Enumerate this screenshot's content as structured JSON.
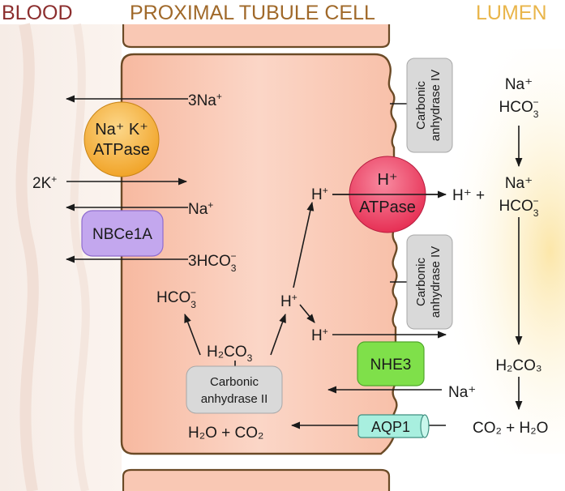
{
  "headers": {
    "blood": "BLOOD",
    "cell": "PROXIMAL TUBULE CELL",
    "lumen": "LUMEN"
  },
  "colors": {
    "blood_header": "#8c2e2e",
    "cell_header": "#a0692a",
    "lumen_header": "#e9b54a",
    "cell_fill": "#f9c3ad",
    "membrane": "#6b4a26",
    "atpase_orange": "#f3a92a",
    "atpase_pink": "#ee3f63",
    "nbce1a_purple": "#c3a7ee",
    "nhe3_green": "#7fe04a",
    "aqp1_teal": "#a8efdf",
    "carbonic_gray": "#d9d9d9"
  },
  "transporters": {
    "nak_atpase": {
      "line1": "Na⁺ K⁺",
      "line2": "ATPase"
    },
    "nbce1a": "NBCe1A",
    "h_atpase": {
      "line1": "H⁺",
      "line2": "ATPase"
    },
    "nhe3": "NHE3",
    "aqp1": "AQP1",
    "ca2": {
      "line1": "Carbonic",
      "line2": "anhydrase II"
    },
    "ca4": {
      "line1": "Carbonic",
      "line2": "anhydrase IV"
    }
  },
  "labels": {
    "na3": "3Na",
    "k2": "2K",
    "na_nbce": "Na",
    "hco3_3": "3HCO",
    "hco3_cell": "HCO",
    "h2co3_cell": "H₂CO",
    "h2o_co2_cell": "H₂O + CO₂",
    "h_cell_mid": "H",
    "h_cell_top": "H",
    "h_cell_nhe": "H",
    "h_lumen": "H⁺ +",
    "na_lumen_top": "Na⁺",
    "hco3_lumen_top": "HCO",
    "na_lumen_mid": "Na⁺",
    "hco3_lumen_mid": "HCO",
    "h2co3_lumen": "H₂CO₃",
    "na_nhe": "Na⁺",
    "co2_h2o_lumen": "CO₂ + H₂O",
    "plus": "+",
    "minus": "−",
    "three": "3"
  }
}
